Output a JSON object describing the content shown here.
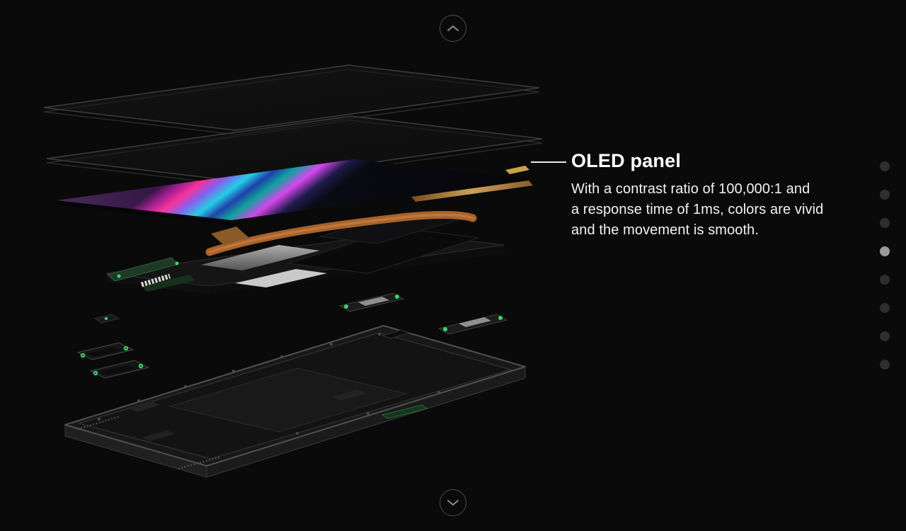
{
  "carousel": {
    "up_button": {
      "icon": "chevron-up-icon"
    },
    "down_button": {
      "icon": "chevron-down-icon"
    },
    "pagination": {
      "count": 8,
      "active_index": 3
    }
  },
  "callout": {
    "title": "OLED panel",
    "lines": [
      "With a contrast ratio of 100,000:1 and",
      "a response time of 1ms, colors are vivid",
      "and the movement is smooth."
    ]
  },
  "diagram": {
    "type": "exploded-view-device",
    "layers": [
      {
        "name": "cover-glass"
      },
      {
        "name": "touch-layer"
      },
      {
        "name": "oled-panel",
        "labeled": true
      },
      {
        "name": "mainboard"
      },
      {
        "name": "back-cover"
      }
    ],
    "small_parts": [
      "speaker-module",
      "speaker-module",
      "antenna-module",
      "antenna-module",
      "camera-module"
    ]
  },
  "colors": {
    "background": "#0a0a0a",
    "text": "#f2f2f2",
    "accent_green": "#3ed36e",
    "dot_inactive": "#2e2e2e",
    "dot_active": "#9a9a9a"
  }
}
